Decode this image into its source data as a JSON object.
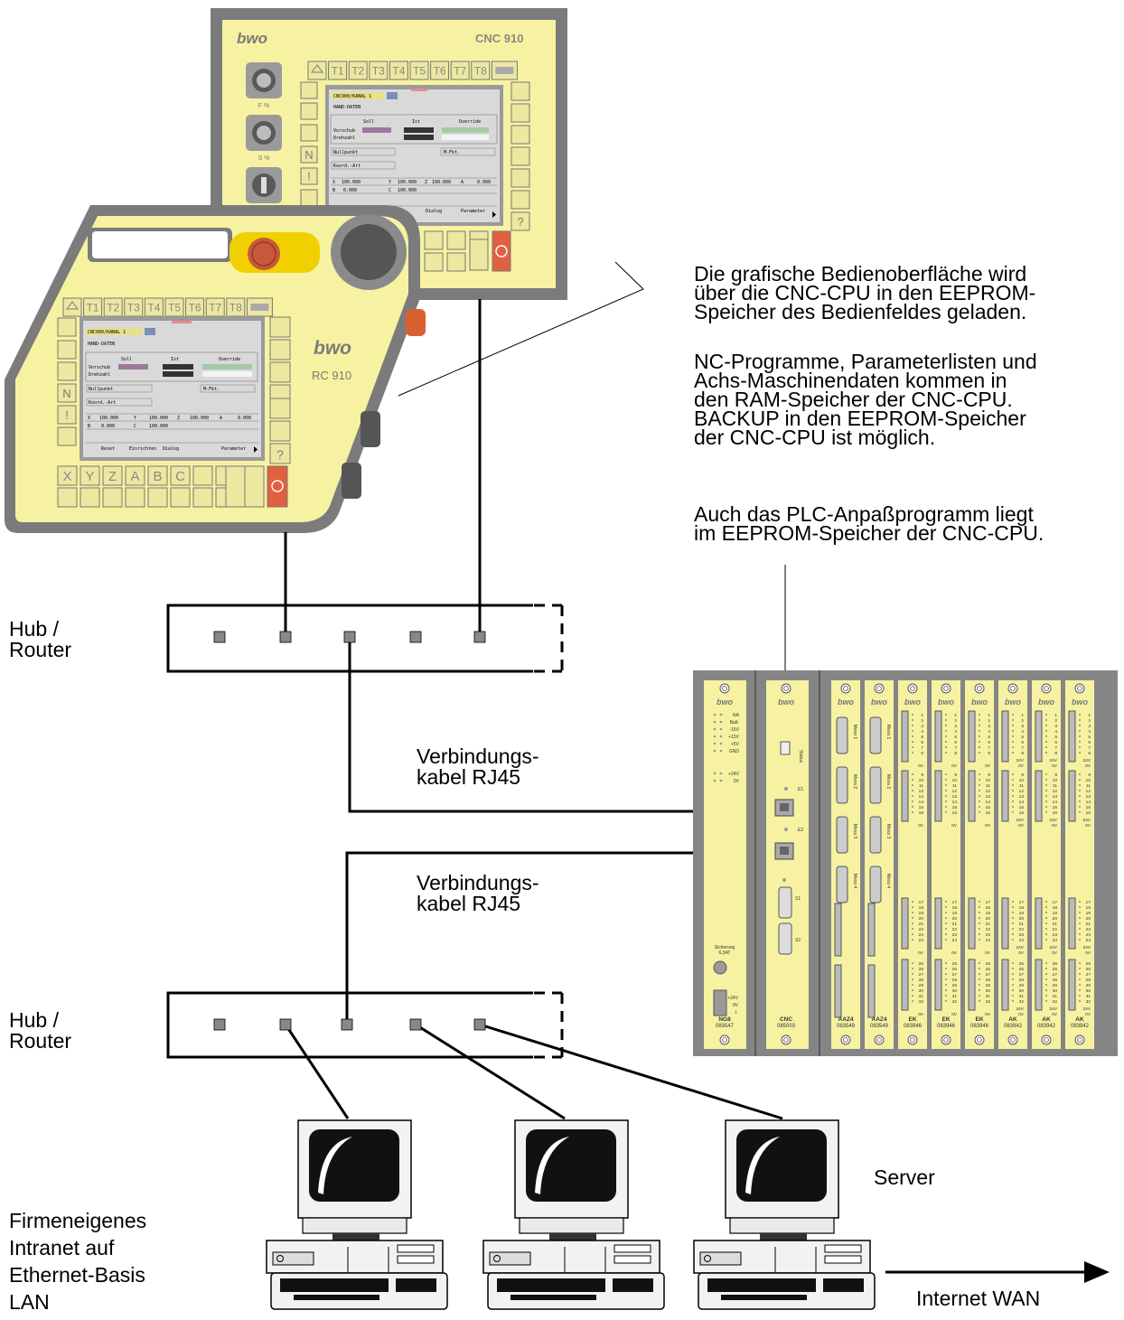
{
  "panel_cnc": {
    "brand": "bwo",
    "model": "CNC 910",
    "t_keys": [
      "T1",
      "T2",
      "T3",
      "T4",
      "T5",
      "T6",
      "T7",
      "T8"
    ],
    "knob_labels": [
      "F %",
      "S %"
    ]
  },
  "panel_rc": {
    "brand": "bwo",
    "model": "RC 910",
    "t_keys": [
      "T1",
      "T2",
      "T3",
      "T4",
      "T5",
      "T6",
      "T7",
      "T8"
    ],
    "bottom_keys": [
      "X",
      "Y",
      "Z",
      "A",
      "B",
      "C"
    ],
    "side_keys": [
      "N",
      "!",
      "?"
    ]
  },
  "screen": {
    "tab": "CNC900/KANAL 1",
    "header": "HAND-DATEN",
    "col_soll": "Soll",
    "col_ist": "Ist",
    "col_override": "Override",
    "row_vorschub": "Vorschub",
    "row_drehzahl": "Drehzahl",
    "nullpunkt": "Nullpunkt",
    "koord": "Koord.-Art",
    "mfkt": "M-Fkt.",
    "axes": [
      "X",
      "Y",
      "Z",
      "A",
      "B",
      "C"
    ],
    "axis_value": "100.000",
    "axis_value_zero": "0.000",
    "softkeys": [
      "Reset",
      "Einrichten",
      "Dialog",
      "Parameter"
    ]
  },
  "hub1_label": "Hub /\nRouter",
  "hub2_label": "Hub /\nRouter",
  "cable1_label": "Verbindungs-\nkabel  RJ45",
  "cable2_label": "Verbindungs-\nkabel  RJ45",
  "info": {
    "p1": "Die grafische Bedienoberfläche wird\nüber die CNC-CPU in den EEPROM-\nSpeicher des Bedienfeldes geladen.",
    "p2": "NC-Programme, Parameterlisten und\nAchs-Maschinendaten kommen in\nden RAM-Speicher der CNC-CPU.\nBACKUP in den EEPROM-Speicher\nder CNC-CPU ist möglich.",
    "p3": "Auch das PLC-Anpaßprogramm liegt\nim EEPROM-Speicher der CNC-CPU."
  },
  "rack": {
    "brand": "bwo",
    "psu": {
      "name": "NG8",
      "number": "083547",
      "fuse_label": "Sicherung\n6,3AT",
      "indicators": [
        "NA",
        "Batt.",
        "-15V",
        "+15V",
        "+5V",
        "GND",
        "+24V",
        "0V"
      ]
    },
    "cpu": {
      "name": "CNC",
      "number": "085003",
      "status": "Status",
      "ports": [
        "E1",
        "E2",
        "S1",
        "S2"
      ]
    },
    "cards": [
      {
        "name": "AAZ4",
        "number": "083549"
      },
      {
        "name": "AAZ4",
        "number": "083549"
      },
      {
        "name": "EK",
        "number": "083946"
      },
      {
        "name": "EK",
        "number": "083946"
      },
      {
        "name": "EK",
        "number": "083946"
      },
      {
        "name": "AK",
        "number": "083942"
      },
      {
        "name": "AK",
        "number": "083942"
      },
      {
        "name": "AK",
        "number": "083942"
      }
    ],
    "pins_a": [
      "1",
      "2",
      "3",
      "4",
      "5",
      "6",
      "7",
      "8"
    ],
    "pins_b": [
      "9",
      "10",
      "11",
      "12",
      "13",
      "14",
      "15",
      "16"
    ],
    "pins_c": [
      "17",
      "18",
      "19",
      "20",
      "21",
      "22",
      "23",
      "24"
    ],
    "pins_d": [
      "25",
      "26",
      "27",
      "28",
      "29",
      "30",
      "31",
      "32"
    ],
    "ov": "0V",
    "v24": "24V",
    "mess": [
      "Mess 1",
      "Mess 2",
      "Mess 3",
      "Mess 4"
    ]
  },
  "server_label": "Server",
  "intranet_label": "Firmeneigenes\nIntranet auf\nEthernet-Basis\nLAN",
  "internet_label": "Internet  WAN",
  "colors": {
    "panel_yellow": "#f6f2a1",
    "panel_gray": "#7b7b7b",
    "rack_gray": "#858585",
    "screen": "#d9d9d9",
    "estop_red": "#e06040"
  }
}
